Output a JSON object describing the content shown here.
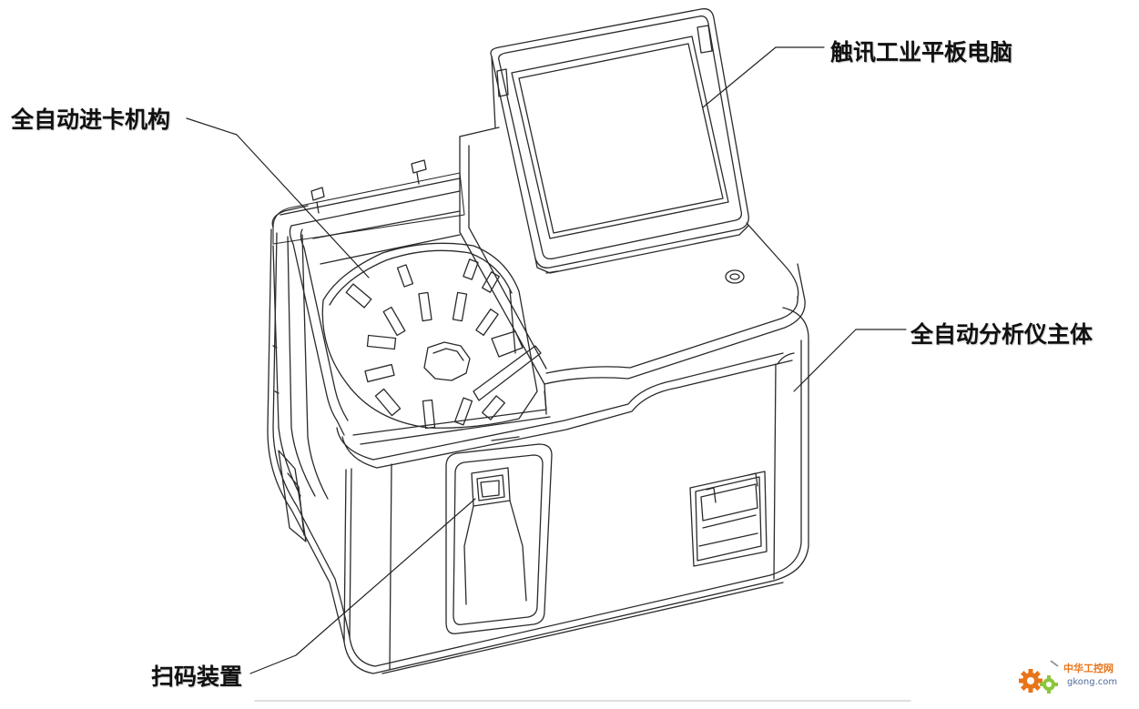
{
  "callouts": {
    "tablet": "触讯工业平板电脑",
    "feeder": "全自动进卡机构",
    "body": "全自动分析仪主体",
    "scanner": "扫码装置"
  },
  "watermark": {
    "name": "中华工控网",
    "url": "gkong.com"
  },
  "colors": {
    "line": "#2a2a2a",
    "callout_text": "#111111",
    "watermark_orange": "#e8751a",
    "watermark_green": "#8cc63f"
  }
}
